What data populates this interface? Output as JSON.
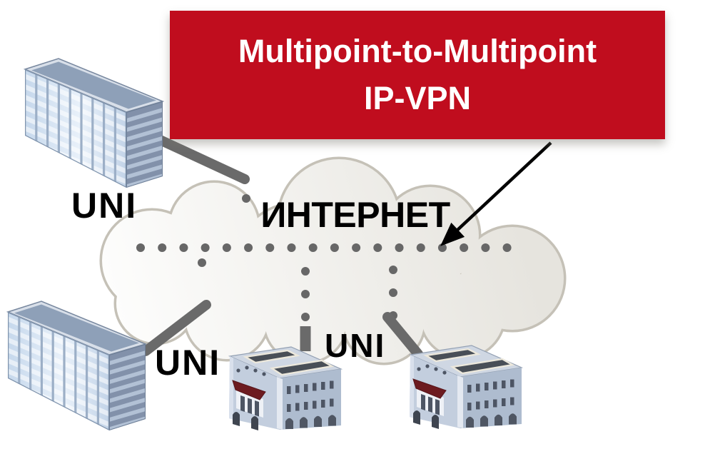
{
  "title_banner": {
    "line1": "Multipoint-to-Multipoint",
    "line2": "IP-VPN"
  },
  "cloud": {
    "label": "ИНТЕРНЕТ",
    "fill_light": "#fdfdfc",
    "fill_dark": "#e6e4de"
  },
  "uni_labels": {
    "top_left": "UNI",
    "bottom_left": "UNI",
    "middle": "UNI"
  },
  "colors": {
    "banner_bg": "#c00d1e",
    "banner_text": "#ffffff",
    "label_text": "#000000",
    "dot": "#676767",
    "connector": "#6a6a6a",
    "arrow": "#000000",
    "cloud_stroke": "#c5c1b7"
  },
  "icons": {
    "cloud": "internet-cloud-icon",
    "office_building": "office-building-icon",
    "bank_building": "bank-building-icon",
    "arrow": "callout-arrow-icon"
  }
}
